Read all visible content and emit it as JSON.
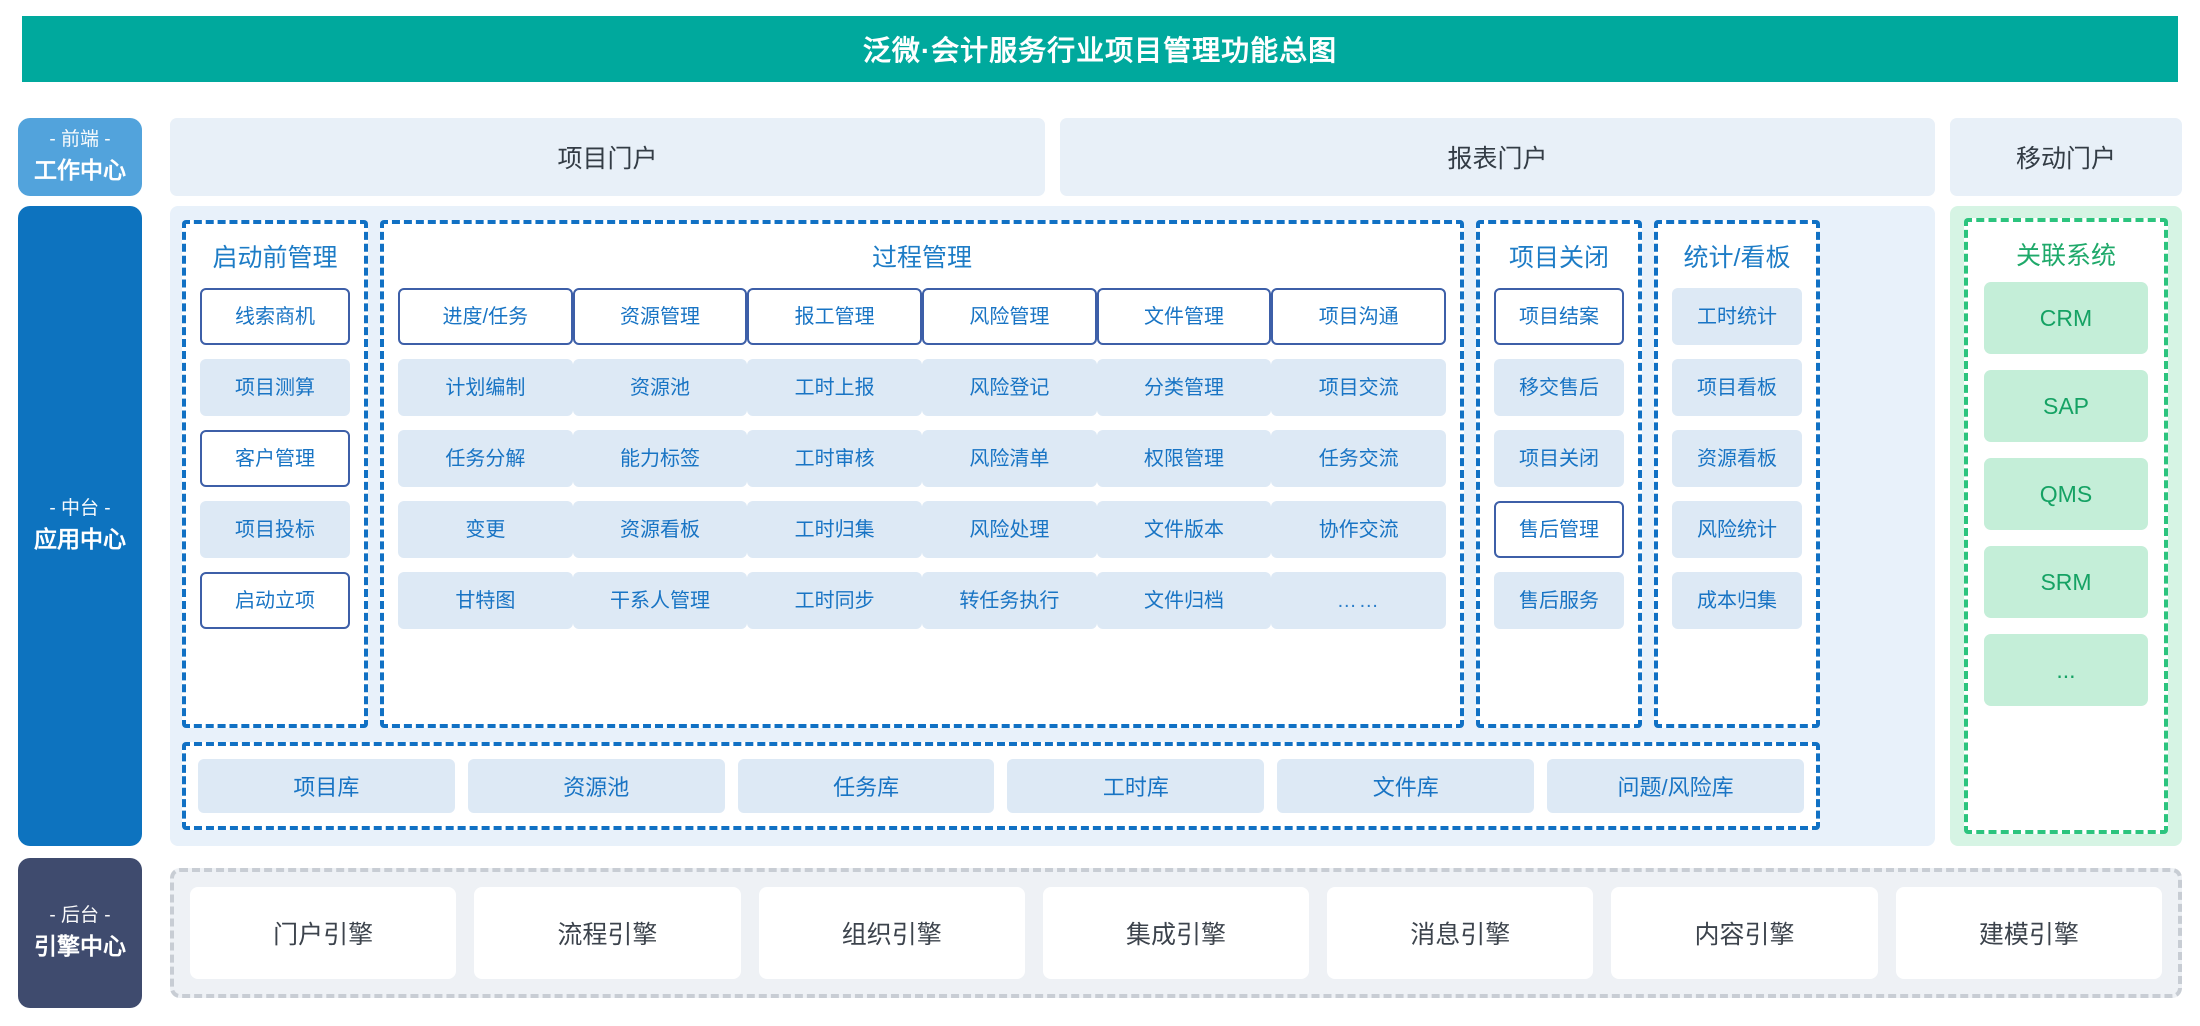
{
  "title": "泛微·会计服务行业项目管理功能总图",
  "theme": {
    "header_bg": "#00a99d",
    "rail_front_bg": "#52a3dc",
    "rail_mid_bg": "#0d73bf",
    "rail_back_bg": "#3f4b6e",
    "panel_bg": "#e8f1fa",
    "cell_bg": "#dde9f5",
    "cell_text": "#1874c4",
    "dashed_border": "#1171c4",
    "highlight_border": "#3d5fa8",
    "green_band_bg": "#d6f4e4",
    "green_cell_bg": "#c4eed8",
    "green_text": "#15a264",
    "green_border": "#2cc47e",
    "engine_band_bg": "#eef1f5",
    "engine_border": "#c8cdd4"
  },
  "rails": [
    {
      "top": "- 前端 -",
      "bottom": "工作中心"
    },
    {
      "top": "- 中台 -",
      "bottom": "应用中心"
    },
    {
      "top": "- 后台 -",
      "bottom": "引擎中心"
    }
  ],
  "portals": [
    {
      "label": "项目门户"
    },
    {
      "label": "报表门户"
    },
    {
      "label": "移动门户"
    }
  ],
  "groups": [
    {
      "title": "启动前管理",
      "columns": [
        {
          "cells": [
            {
              "label": "线索商机",
              "highlight": true
            },
            {
              "label": "项目测算",
              "highlight": false
            },
            {
              "label": "客户管理",
              "highlight": true
            },
            {
              "label": "项目投标",
              "highlight": false
            },
            {
              "label": "启动立项",
              "highlight": true
            }
          ]
        }
      ]
    },
    {
      "title": "过程管理",
      "columns": [
        {
          "cells": [
            {
              "label": "进度/任务",
              "highlight": true
            },
            {
              "label": "计划编制",
              "highlight": false
            },
            {
              "label": "任务分解",
              "highlight": false
            },
            {
              "label": "变更",
              "highlight": false
            },
            {
              "label": "甘特图",
              "highlight": false
            }
          ]
        },
        {
          "cells": [
            {
              "label": "资源管理",
              "highlight": true
            },
            {
              "label": "资源池",
              "highlight": false
            },
            {
              "label": "能力标签",
              "highlight": false
            },
            {
              "label": "资源看板",
              "highlight": false
            },
            {
              "label": "干系人管理",
              "highlight": false
            }
          ]
        },
        {
          "cells": [
            {
              "label": "报工管理",
              "highlight": true
            },
            {
              "label": "工时上报",
              "highlight": false
            },
            {
              "label": "工时审核",
              "highlight": false
            },
            {
              "label": "工时归集",
              "highlight": false
            },
            {
              "label": "工时同步",
              "highlight": false
            }
          ]
        },
        {
          "cells": [
            {
              "label": "风险管理",
              "highlight": true
            },
            {
              "label": "风险登记",
              "highlight": false
            },
            {
              "label": "风险清单",
              "highlight": false
            },
            {
              "label": "风险处理",
              "highlight": false
            },
            {
              "label": "转任务执行",
              "highlight": false
            }
          ]
        },
        {
          "cells": [
            {
              "label": "文件管理",
              "highlight": true
            },
            {
              "label": "分类管理",
              "highlight": false
            },
            {
              "label": "权限管理",
              "highlight": false
            },
            {
              "label": "文件版本",
              "highlight": false
            },
            {
              "label": "文件归档",
              "highlight": false
            }
          ]
        },
        {
          "cells": [
            {
              "label": "项目沟通",
              "highlight": true
            },
            {
              "label": "项目交流",
              "highlight": false
            },
            {
              "label": "任务交流",
              "highlight": false
            },
            {
              "label": "协作交流",
              "highlight": false
            },
            {
              "label": "……",
              "highlight": false,
              "ghost": true
            }
          ]
        }
      ]
    },
    {
      "title": "项目关闭",
      "columns": [
        {
          "cells": [
            {
              "label": "项目结案",
              "highlight": true
            },
            {
              "label": "移交售后",
              "highlight": false
            },
            {
              "label": "项目关闭",
              "highlight": false
            },
            {
              "label": "售后管理",
              "highlight": true
            },
            {
              "label": "售后服务",
              "highlight": false
            }
          ]
        }
      ]
    },
    {
      "title": "统计/看板",
      "columns": [
        {
          "cells": [
            {
              "label": "工时统计",
              "highlight": false
            },
            {
              "label": "项目看板",
              "highlight": false
            },
            {
              "label": "资源看板",
              "highlight": false
            },
            {
              "label": "风险统计",
              "highlight": false
            },
            {
              "label": "成本归集",
              "highlight": false
            }
          ]
        }
      ]
    }
  ],
  "libraries": [
    {
      "label": "项目库"
    },
    {
      "label": "资源池"
    },
    {
      "label": "任务库"
    },
    {
      "label": "工时库"
    },
    {
      "label": "文件库"
    },
    {
      "label": "问题/风险库"
    }
  ],
  "related_systems": {
    "title": "关联系统",
    "items": [
      {
        "label": "CRM"
      },
      {
        "label": "SAP"
      },
      {
        "label": "QMS"
      },
      {
        "label": "SRM"
      },
      {
        "label": "..."
      }
    ]
  },
  "engines": [
    {
      "label": "门户引擎"
    },
    {
      "label": "流程引擎"
    },
    {
      "label": "组织引擎"
    },
    {
      "label": "集成引擎"
    },
    {
      "label": "消息引擎"
    },
    {
      "label": "内容引擎"
    },
    {
      "label": "建模引擎"
    }
  ]
}
